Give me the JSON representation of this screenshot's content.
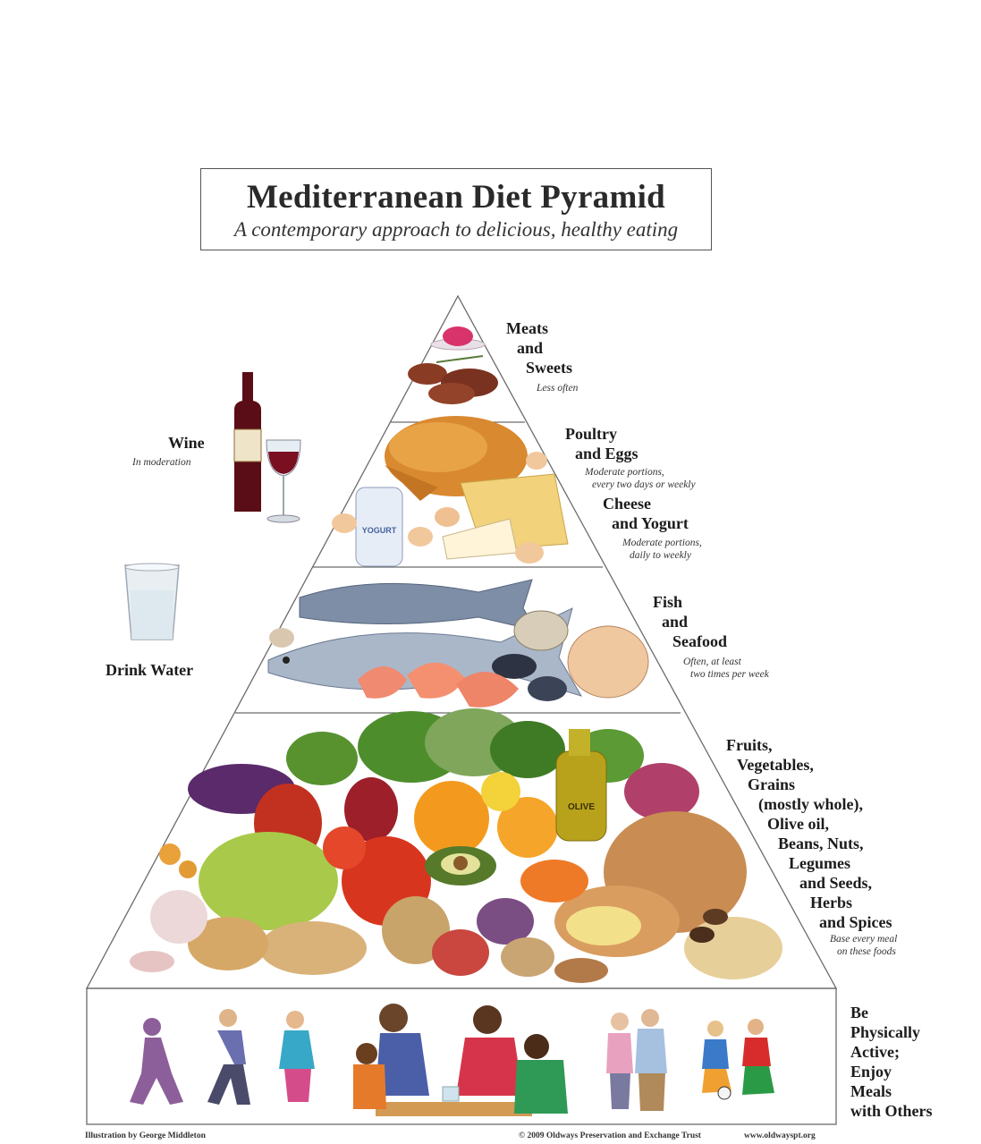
{
  "header": {
    "title": "Mediterranean Diet Pyramid",
    "subtitle": "A contemporary approach to delicious, healthy eating"
  },
  "tiers": {
    "meats": {
      "lines": [
        "Meats",
        "and",
        "Sweets"
      ],
      "note": "Less often"
    },
    "poultry": {
      "lines": [
        "Poultry",
        "and Eggs"
      ],
      "note": [
        "Moderate portions,",
        "every two days or weekly"
      ]
    },
    "cheese": {
      "lines": [
        "Cheese",
        "and Yogurt"
      ],
      "note": [
        "Moderate portions,",
        "daily to weekly"
      ]
    },
    "fish": {
      "lines": [
        "Fish",
        "and",
        "Seafood"
      ],
      "note": [
        "Often, at least",
        "two times per week"
      ]
    },
    "plants": {
      "lines": [
        "Fruits,",
        "Vegetables,",
        "Grains",
        "(mostly whole),",
        "Olive oil,",
        "Beans, Nuts,",
        "Legumes",
        "and Seeds,",
        "Herbs",
        "and Spices"
      ],
      "note": [
        "Base every meal",
        "on these foods"
      ]
    },
    "active": {
      "lines": [
        "Be",
        "Physically",
        "Active;",
        "Enjoy",
        "Meals",
        "with Others"
      ]
    }
  },
  "side": {
    "wine": {
      "label": "Wine",
      "note": "In moderation"
    },
    "water": {
      "label": "Drink Water"
    },
    "bottle_label": "",
    "yogurt_label": "YOGURT",
    "oil_label": "OLIVE"
  },
  "footer": {
    "credit": "Illustration by George Middleton",
    "copyright": "© 2009 Oldways Preservation and Exchange Trust",
    "url": "www.oldwayspt.org"
  },
  "colors": {
    "outline": "#6b6b6b",
    "wine": "#5a0d16",
    "meat": "#8a3b24",
    "poultry": "#d9892f",
    "cheese": "#f2d27a",
    "fish": "#7d8ea6",
    "shrimp": "#f08a70",
    "green": "#4e8d2c",
    "orange": "#f39a1e",
    "tomato": "#d8351f",
    "bread": "#c98c52"
  }
}
